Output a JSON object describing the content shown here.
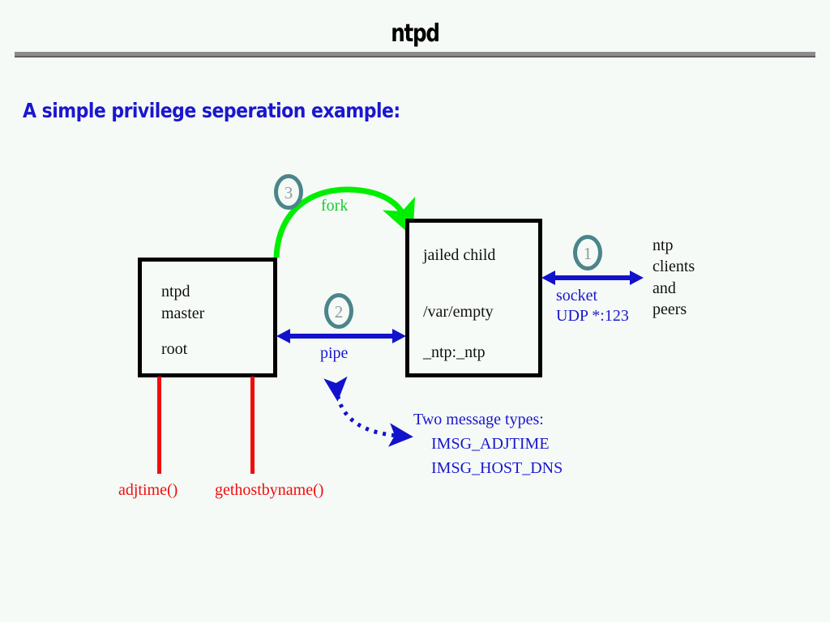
{
  "slide": {
    "title": "ntpd",
    "subtitle": "A simple privilege seperation example:"
  },
  "colors": {
    "background": "#f5faf6",
    "title_rule": "#8c8c8c",
    "blue_text": "#1a17cf",
    "blue_arrow": "#1212cc",
    "green_arrow": "#00ee00",
    "green_text": "#16cc2e",
    "red": "#f10d0d",
    "circle_ring": "#4b858b",
    "circle_number": "#8d9ba2",
    "box_border": "#000000",
    "box_fill": "#f7fbf8",
    "body_text": "#111111"
  },
  "diagram": {
    "boxes": [
      {
        "id": "master",
        "name": "ntpd-master-box",
        "lines": [
          "ntpd",
          "master",
          "root"
        ]
      },
      {
        "id": "child",
        "name": "jailed-child-box",
        "lines": [
          "jailed child",
          "/var/empty",
          "_ntp:_ntp"
        ]
      }
    ],
    "steps": [
      {
        "number": "1",
        "label": "socket",
        "sublabel": "UDP *:123"
      },
      {
        "number": "2",
        "label": "pipe",
        "sublabel": ""
      },
      {
        "number": "3",
        "label": "fork",
        "sublabel": ""
      }
    ],
    "arrows": {
      "fork_label": "fork",
      "pipe_label": "pipe",
      "socket_label": "socket",
      "socket_sublabel": "UDP *:123"
    },
    "external": {
      "peers_lines": [
        "ntp",
        "clients",
        "and",
        "peers"
      ]
    },
    "messages": {
      "heading": "Two message types:",
      "items": [
        "IMSG_ADJTIME",
        "IMSG_HOST_DNS"
      ]
    },
    "syscalls": [
      {
        "label": "adjtime()"
      },
      {
        "label": "gethostbyname()"
      }
    ]
  }
}
